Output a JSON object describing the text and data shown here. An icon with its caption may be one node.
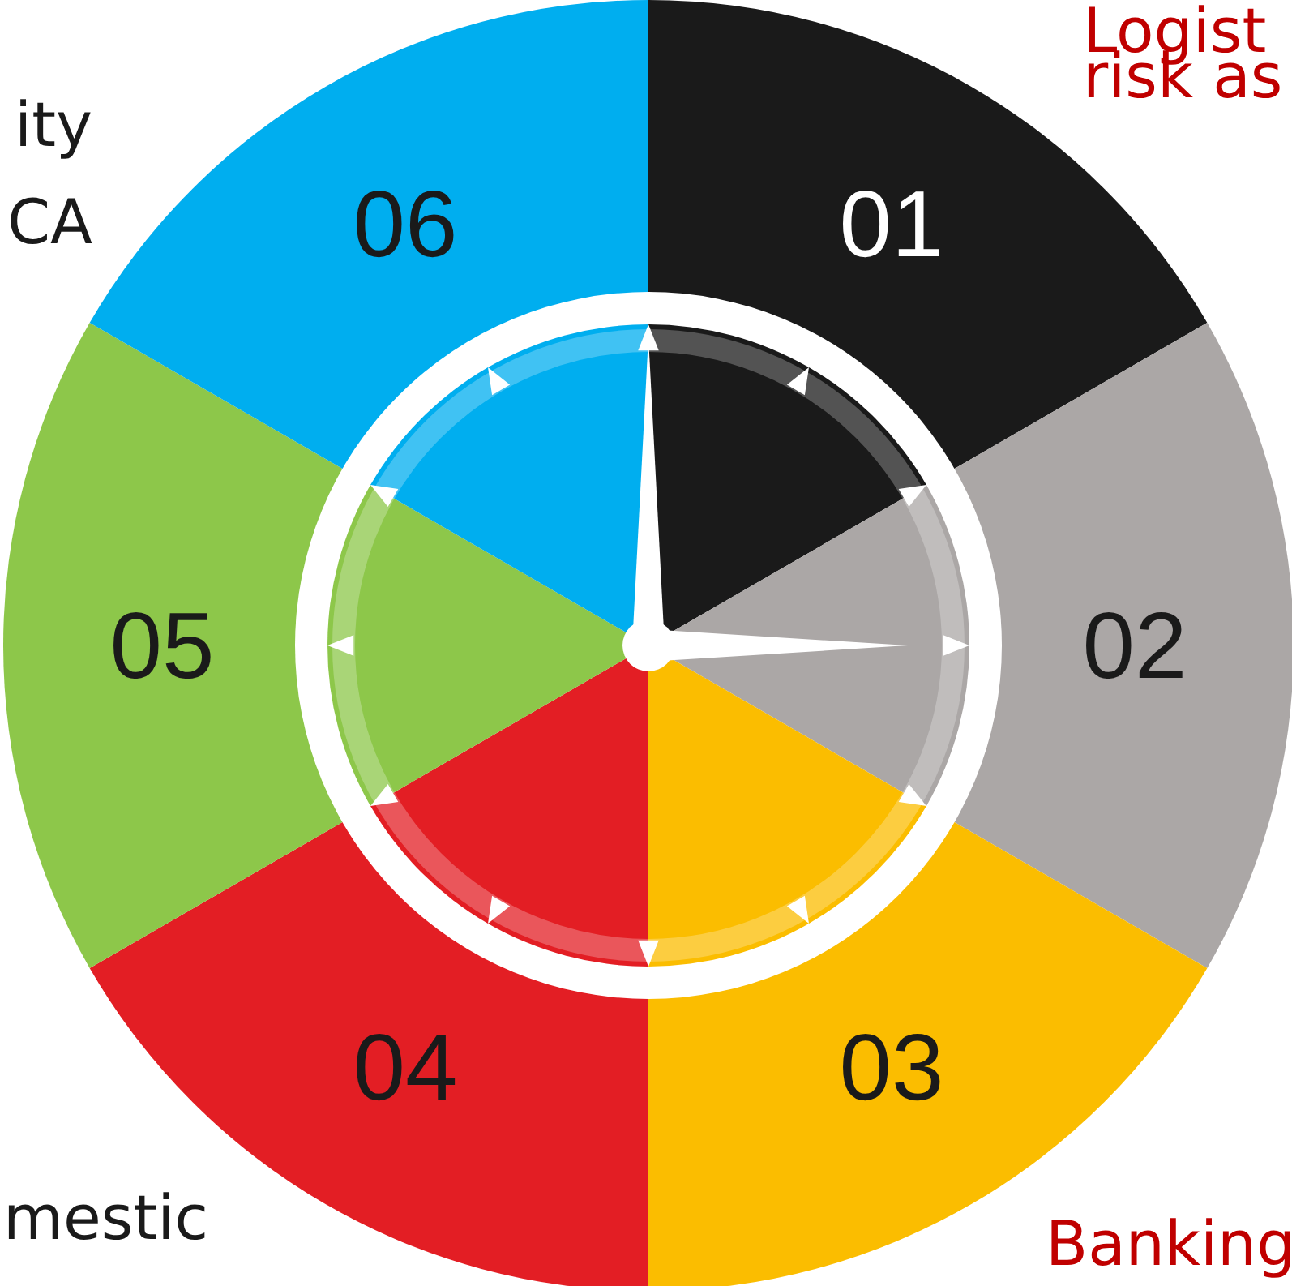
{
  "diagram": {
    "nodes": [
      {
        "text": [
          "01"
        ]
      },
      {
        "text": [
          "02"
        ]
      },
      {
        "text": [
          "03"
        ]
      },
      {
        "text": [
          "04"
        ]
      },
      {
        "text": [
          "05"
        ]
      },
      {
        "text": [
          "06"
        ]
      }
    ],
    "labels": [
      "Logist",
      "risk as",
      "ity",
      "CA",
      "mestic",
      "Banking"
    ]
  }
}
